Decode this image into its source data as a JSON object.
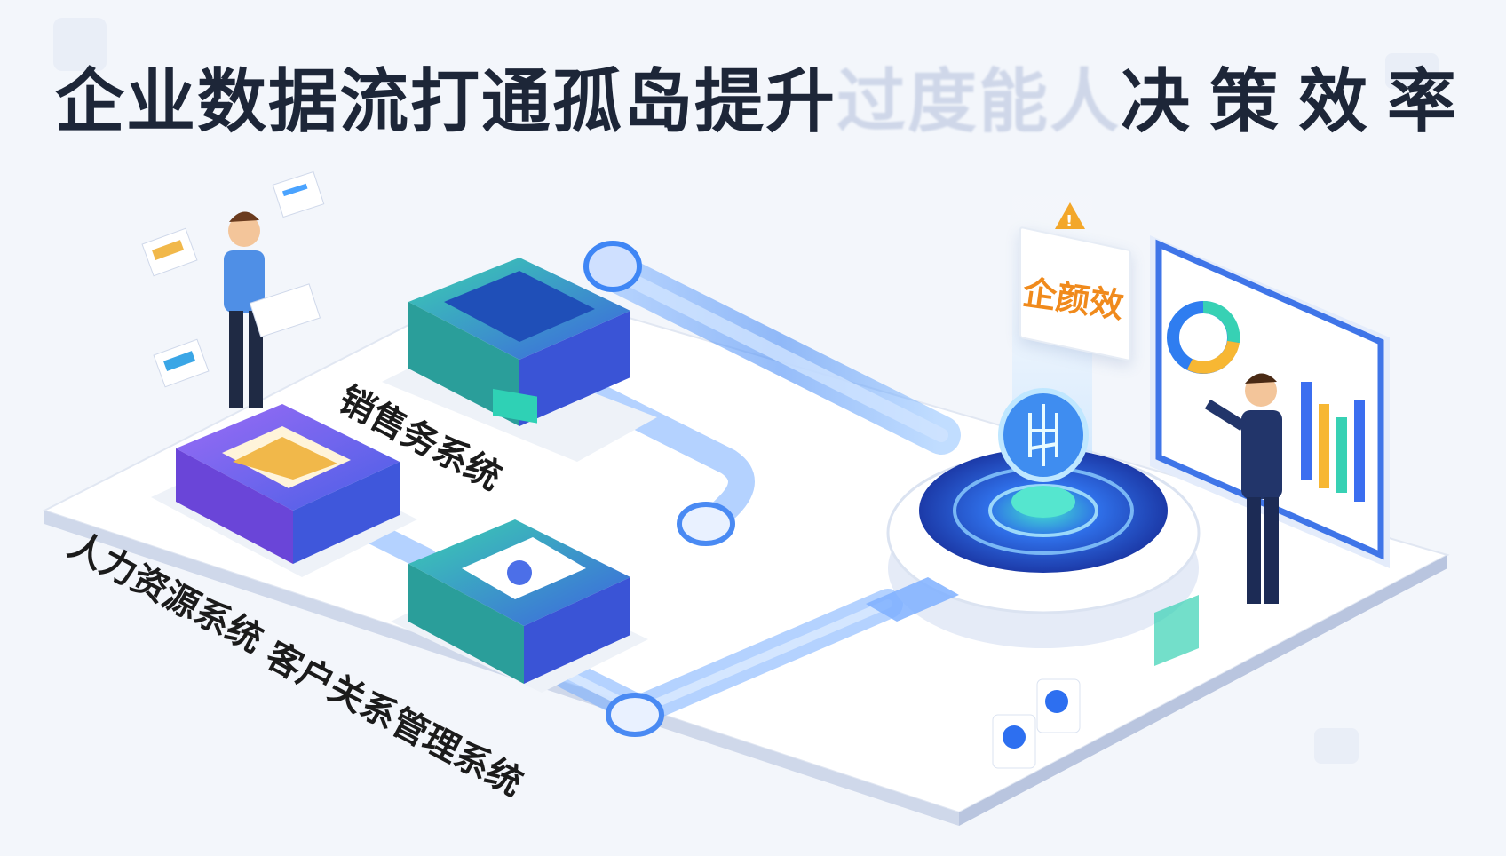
{
  "title": {
    "main": "企业数据流打通孤岛提升",
    "faded": "过度能人",
    "tail": "决策效率"
  },
  "systems": {
    "sales": "销售务系统",
    "hr": "人力资源系统",
    "crm": "客户关系管理系统"
  },
  "sign": {
    "label": "企颜效"
  },
  "colors": {
    "pipe": "#4f8ff5",
    "platform": "#ffffff",
    "accent_orange": "#f08a1c",
    "box_purple": "#7b5cf0",
    "box_teal": "#2bb6a8",
    "box_blue": "#3d63e0"
  }
}
